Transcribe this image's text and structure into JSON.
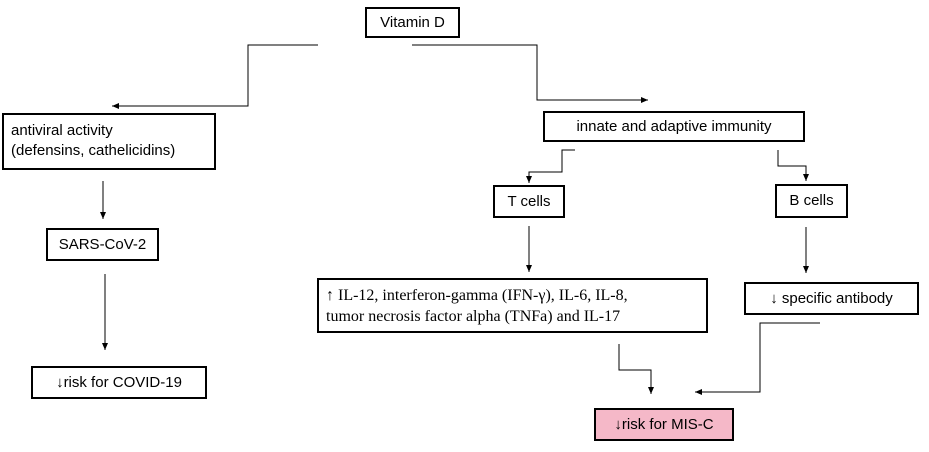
{
  "nodes": {
    "vitamin_d": "Vitamin D",
    "antiviral_line1": "antiviral activity",
    "antiviral_line2": "(defensins, cathelicidins)",
    "innate_adaptive": "innate and adaptive immunity",
    "t_cells": "T cells",
    "b_cells": "B cells",
    "sars": "SARS-CoV-2",
    "cytokines_line1": "↑ IL-12, interferon-gamma (IFN-γ), IL-6, IL-8,",
    "cytokines_line2": "tumor necrosis factor alpha (TNFa) and IL-17",
    "specific_antibody": "↓ specific antibody",
    "covid_risk": "↓risk for COVID-19",
    "misc_risk": "↓risk for MIS-C"
  },
  "colors": {
    "misc_fill": "#f5b8c8",
    "border": "#000000"
  }
}
